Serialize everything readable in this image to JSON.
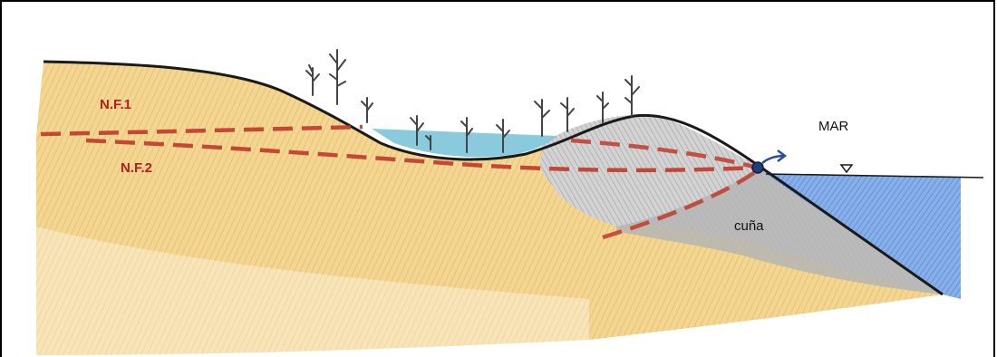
{
  "labels": {
    "nf1": "N.F.1",
    "nf2": "N.F.2",
    "mar": "MAR",
    "cuna": "cuña"
  },
  "colors": {
    "sand": "#f0cf85",
    "sand_light": "#f6e2b0",
    "wedge": "#cfcfcf",
    "sea": "#6e9ee0",
    "pond": "#7cc4d8",
    "water_table": "#c0392b",
    "outline": "#1a1a1a"
  },
  "icons": {
    "outflow": "arrow-icon",
    "sea_level": "water-level-triangle-icon",
    "tree": "tree-icon"
  }
}
